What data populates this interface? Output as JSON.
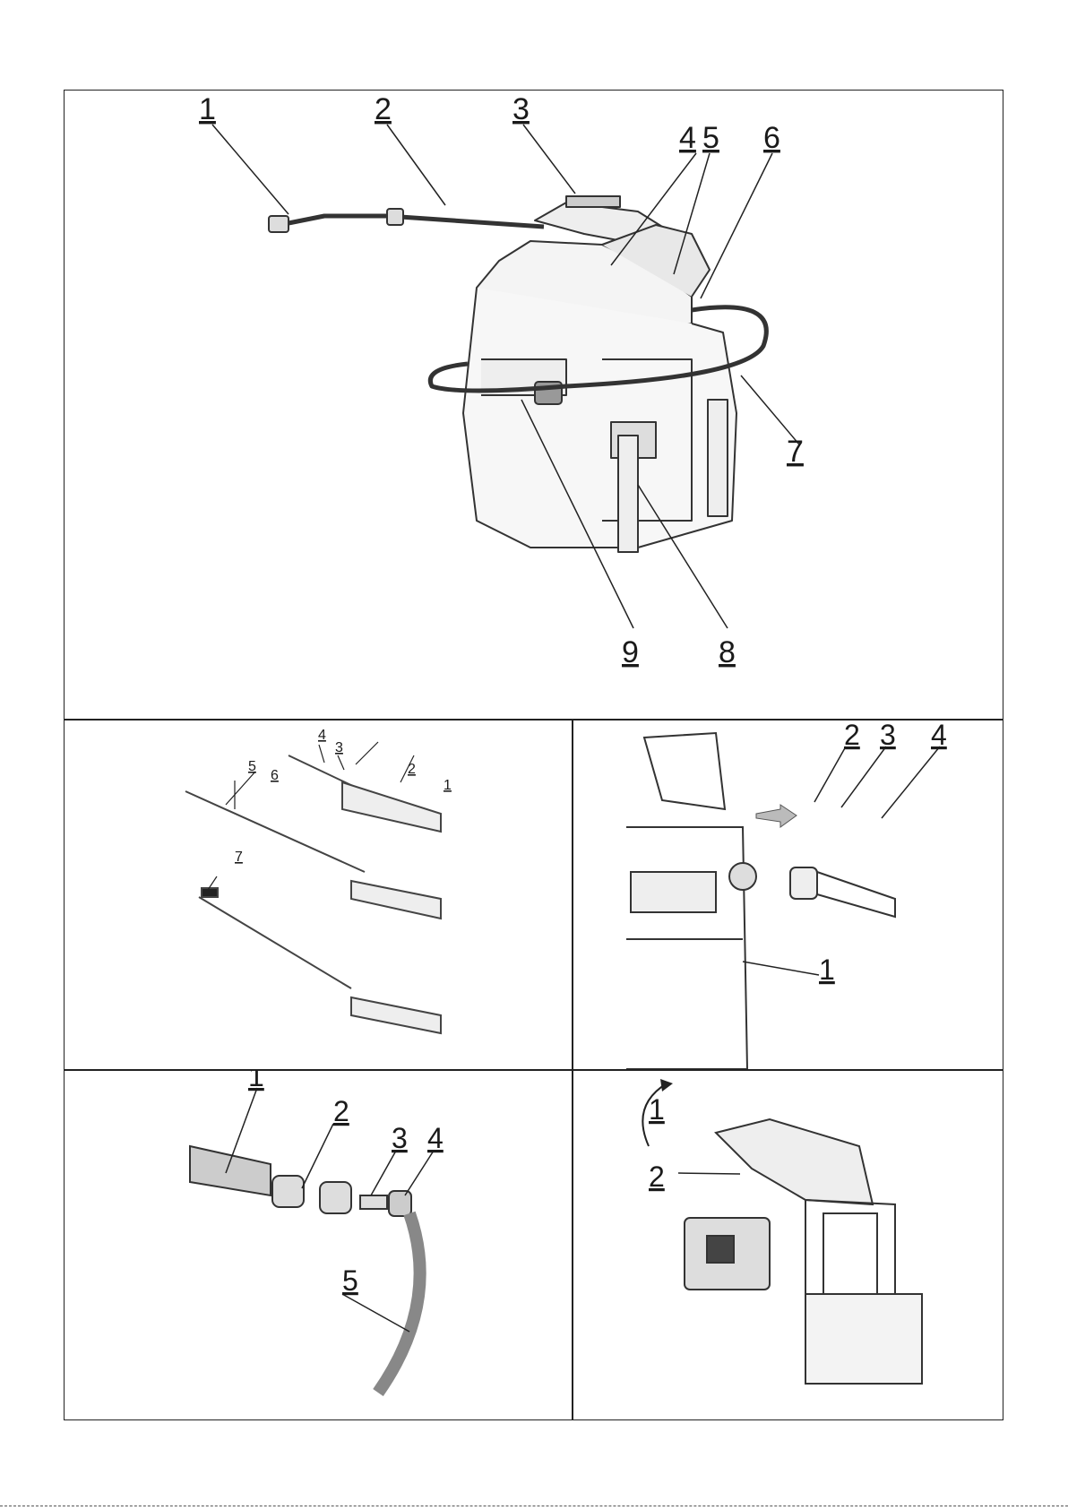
{
  "panels": {
    "overview": {
      "callouts": [
        "1",
        "2",
        "3",
        "4",
        "5",
        "6",
        "7",
        "8",
        "9"
      ]
    },
    "assembly": {
      "callouts": [
        "4",
        "3",
        "2",
        "1",
        "5",
        "6",
        "7"
      ]
    },
    "connect": {
      "callouts": [
        "2",
        "3",
        "4",
        "1"
      ]
    },
    "nozzle": {
      "callouts": [
        "1",
        "2",
        "3",
        "4",
        "5"
      ]
    },
    "battery": {
      "callouts": [
        "1",
        "2"
      ]
    }
  }
}
